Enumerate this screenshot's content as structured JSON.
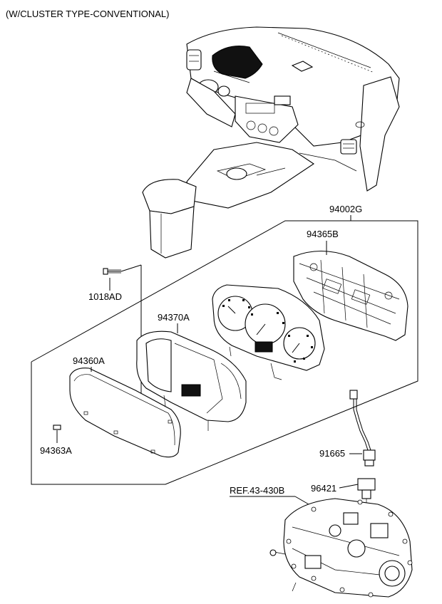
{
  "header": "(W/CLUSTER TYPE-CONVENTIONAL)",
  "labels": {
    "assembly": "94002G",
    "pcb": "94365B",
    "screw": "1018AD",
    "case": "94370A",
    "lens": "94360A",
    "pad": "94363A",
    "sensor_wire": "91665",
    "sensor": "96421",
    "ref": "REF.43-430B"
  }
}
